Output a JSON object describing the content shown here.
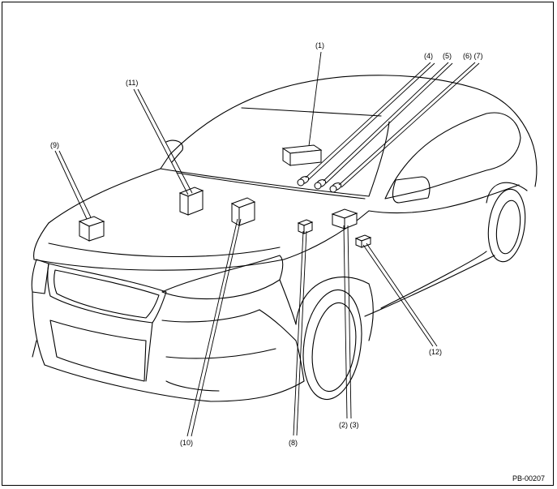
{
  "figure": {
    "reference_code": "PB-00207",
    "callouts": [
      {
        "id": "c1",
        "text": "(1)"
      },
      {
        "id": "c4",
        "text": "(4)"
      },
      {
        "id": "c5",
        "text": "(5)"
      },
      {
        "id": "c67",
        "text": "(6) (7)"
      },
      {
        "id": "c11",
        "text": "(11)"
      },
      {
        "id": "c9",
        "text": "(9)"
      },
      {
        "id": "c12",
        "text": "(12)"
      },
      {
        "id": "c10",
        "text": "(10)"
      },
      {
        "id": "c8",
        "text": "(8)"
      },
      {
        "id": "c23",
        "text": "(2) (3)"
      }
    ]
  }
}
